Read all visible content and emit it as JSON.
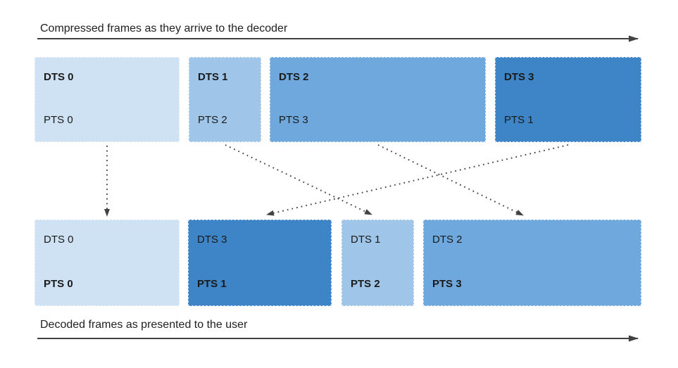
{
  "diagram": {
    "top_section": {
      "label": "Compressed frames as they arrive to the decoder"
    },
    "bottom_section": {
      "label": "Decoded frames as presented to the user"
    },
    "top_row": [
      {
        "dts": "DTS 0",
        "pts": "PTS 0",
        "color": "#cfe2f3"
      },
      {
        "dts": "DTS 1",
        "pts": "PTS 2",
        "color": "#9fc5e8"
      },
      {
        "dts": "DTS 2",
        "pts": "PTS 3",
        "color": "#6fa8dc"
      },
      {
        "dts": "DTS 3",
        "pts": "PTS 1",
        "color": "#3d85c6"
      }
    ],
    "bottom_row": [
      {
        "dts": "DTS 0",
        "pts": "PTS 0",
        "color": "#cfe2f3"
      },
      {
        "dts": "DTS 3",
        "pts": "PTS 1",
        "color": "#3d85c6"
      },
      {
        "dts": "DTS 1",
        "pts": "PTS 2",
        "color": "#9fc5e8"
      },
      {
        "dts": "DTS 2",
        "pts": "PTS 3",
        "color": "#6fa8dc"
      }
    ],
    "colors": {
      "arrow": "#424242",
      "text": "#212121",
      "frame_border": "rgba(255,255,255,0.75)"
    }
  }
}
